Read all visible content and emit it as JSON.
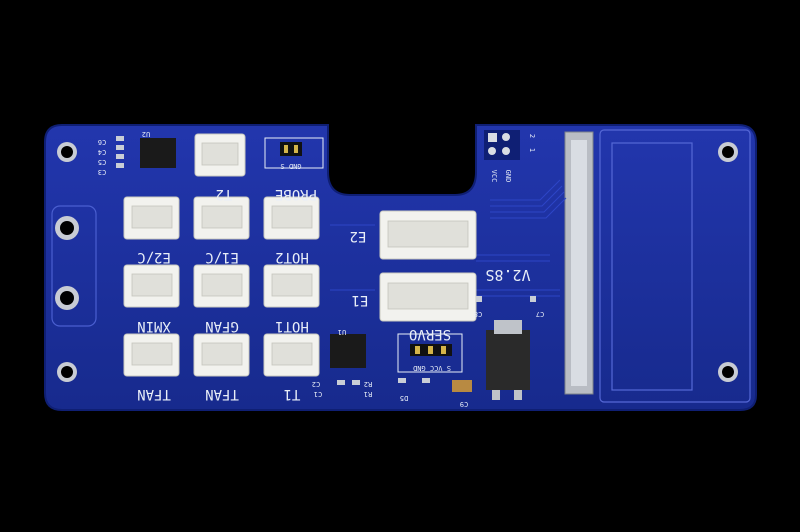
{
  "board": {
    "version": "V2.8S",
    "labels": {
      "t2": "T2",
      "probe": "PROBE",
      "e2": "E2",
      "e1": "E1",
      "hot2": "HOT2",
      "e1c": "E1/C",
      "e2c": "E2/C",
      "hot1": "HOT1",
      "gfan": "GFAN",
      "xmin": "XMIN",
      "t1": "T1",
      "tfan": "TFAN",
      "tfan2": "TFAN",
      "servo": "SERVO",
      "servo_pins": "S VCC GND",
      "probe_pins": "GND S",
      "header_vcc": "VCC",
      "header_gnd": "GND",
      "u1": "U1",
      "u2": "U2",
      "c1": "C1",
      "c2": "C2",
      "c3": "C3",
      "c4": "C4",
      "c5": "C5",
      "c6": "C6",
      "c7": "C7",
      "c8": "C8",
      "c9": "C9",
      "r1": "R1",
      "r2": "R2",
      "d5": "D5",
      "num1": "1",
      "num2": "2"
    },
    "colors": {
      "pcb": "#1b2f9c",
      "pcb_edge": "#0f1f74",
      "connector": "#f2f2ee",
      "silkscreen": "#e8eef8",
      "pad": "#c9ced6",
      "ic": "#1a1a1a",
      "background": "#000000"
    }
  }
}
